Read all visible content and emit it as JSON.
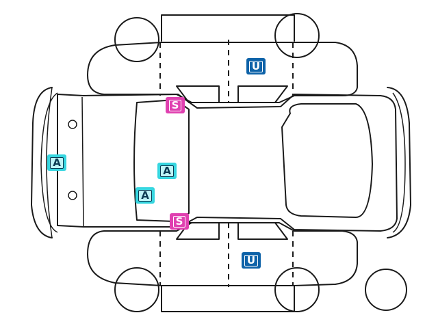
{
  "colors": {
    "scratch_badge": "#e040b0",
    "dent_badge": "#0d62a8",
    "a_badge": "#36d6e0",
    "outline": "#1a1a1a"
  },
  "markers": [
    {
      "code": "S",
      "zone": "left-front-door-top",
      "kind": "s"
    },
    {
      "code": "S",
      "zone": "left-front-door-bottom",
      "kind": "s"
    },
    {
      "code": "U",
      "zone": "rear-door-top",
      "kind": "u"
    },
    {
      "code": "U",
      "zone": "rear-door-bottom",
      "kind": "u"
    },
    {
      "code": "A",
      "zone": "front-bumper",
      "kind": "a"
    },
    {
      "code": "A",
      "zone": "hood-center",
      "kind": "a"
    },
    {
      "code": "A",
      "zone": "hood-lower",
      "kind": "a"
    }
  ]
}
